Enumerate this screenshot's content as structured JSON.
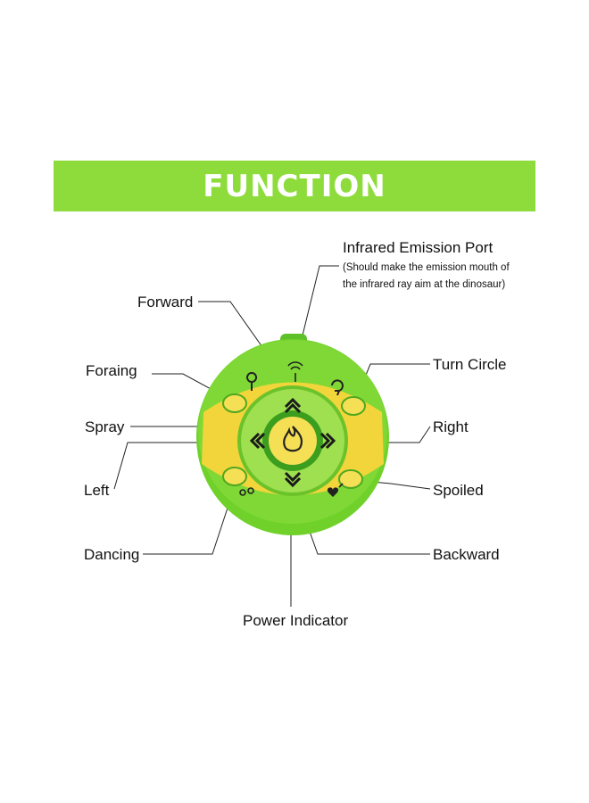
{
  "banner": {
    "title": "FUNCTION"
  },
  "labels": {
    "infrared_port": "Infrared Emission Port",
    "infrared_note_line1": "(Should make the emission mouth of",
    "infrared_note_line2": "the infrared ray aim at the dinosaur)",
    "forward": "Forward",
    "foraing": "Foraing",
    "turn_circle": "Turn Circle",
    "spray": "Spray",
    "right": "Right",
    "left": "Left",
    "spoiled": "Spoiled",
    "dancing": "Dancing",
    "backward": "Backward",
    "power_indicator": "Power Indicator"
  },
  "colors": {
    "banner": "#8ddc3c",
    "device_green": "#6fd12a",
    "device_yellow": "#f2d53a",
    "button_yellow": "#f5df55"
  }
}
